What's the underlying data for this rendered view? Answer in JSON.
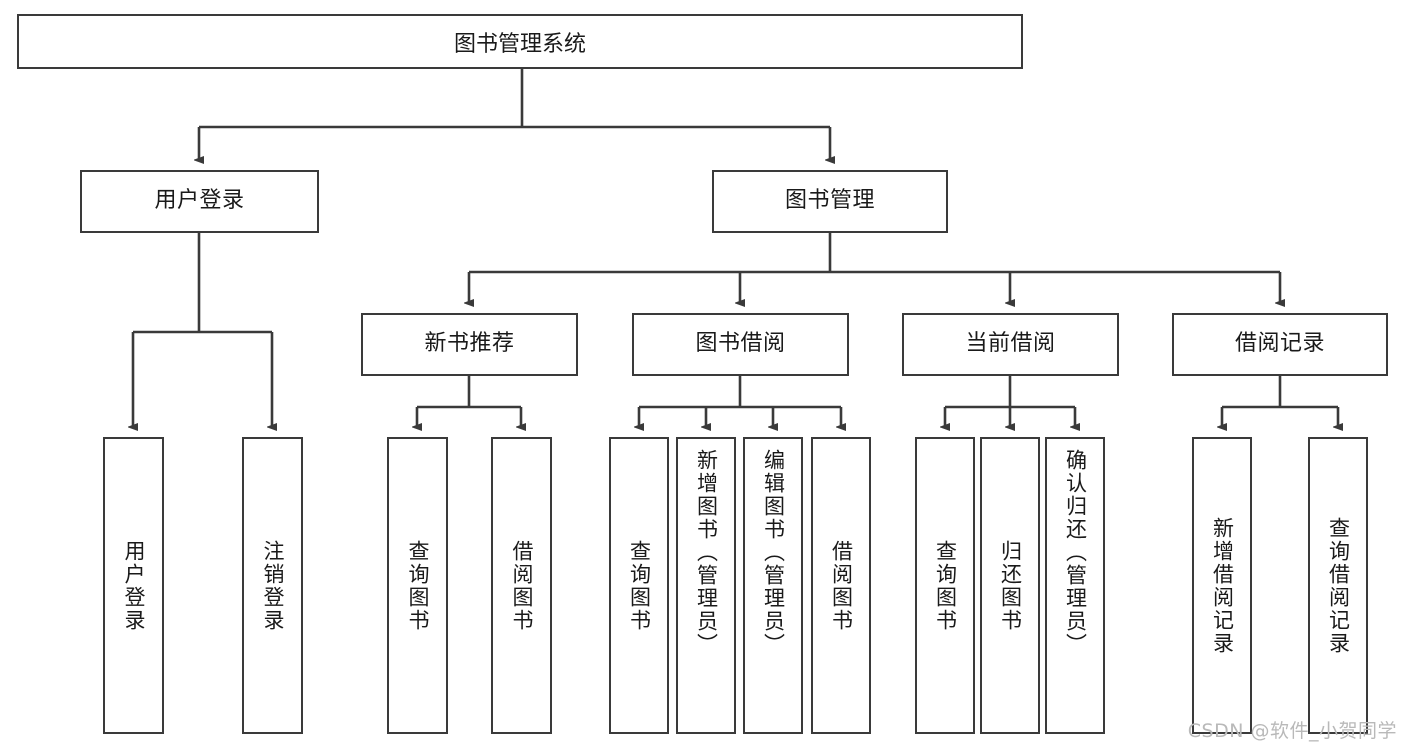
{
  "diagram": {
    "title": "图书管理系统",
    "type": "功能结构图",
    "line_color": "#3a3a3a",
    "box_fill": "#ffffff",
    "text_color": "#1a1a1a"
  },
  "root": {
    "label": "图书管理系统"
  },
  "level1": [
    {
      "label": "用户登录"
    },
    {
      "label": "图书管理"
    }
  ],
  "level2": [
    {
      "label": "新书推荐"
    },
    {
      "label": "图书借阅"
    },
    {
      "label": "当前借阅"
    },
    {
      "label": "借阅记录"
    }
  ],
  "leaves": {
    "user_login": [
      {
        "label": "用户登录"
      },
      {
        "label": "注销登录"
      }
    ],
    "new_book_recommend": [
      {
        "label": "查询图书"
      },
      {
        "label": "借阅图书"
      }
    ],
    "book_borrow": [
      {
        "label": "查询图书"
      },
      {
        "label": "新增图书（管理员）"
      },
      {
        "label": "编辑图书（管理员）"
      },
      {
        "label": "借阅图书"
      }
    ],
    "current_borrow": [
      {
        "label": "查询图书"
      },
      {
        "label": "归还图书"
      },
      {
        "label": "确认归还（管理员）"
      }
    ],
    "borrow_record": [
      {
        "label": "新增借阅记录"
      },
      {
        "label": "查询借阅记录"
      }
    ]
  },
  "watermark": {
    "text": "CSDN @软件_小贺同学"
  }
}
